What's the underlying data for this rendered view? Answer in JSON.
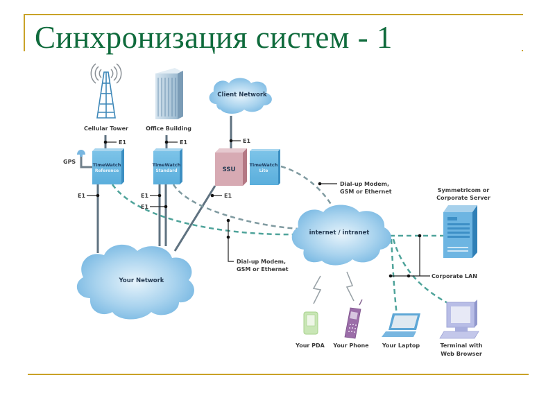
{
  "slide": {
    "title": "Синхронизация систем - 1",
    "accent_color": "#c9a227",
    "title_color": "#0f6b3c"
  },
  "diagram": {
    "nodes": {
      "cellular_tower": "Cellular Tower",
      "office_building": "Office Building",
      "client_network": "Client Network",
      "gps": "GPS",
      "tw_reference": {
        "line1": "TimeWatch",
        "line2": "Reference"
      },
      "tw_standard": {
        "line1": "TimeWatch",
        "line2": "Standard"
      },
      "ssu": "SSU",
      "tw_lite": {
        "line1": "TimeWatch",
        "line2": "Lite"
      },
      "your_network": "Your Network",
      "internet": "internet / intranet",
      "server": {
        "line1": "Symmetricom or",
        "line2": "Corporate Server"
      },
      "corporate_lan": "Corporate LAN",
      "pda": "Your PDA",
      "phone": "Your Phone",
      "laptop": "Your Laptop",
      "terminal": {
        "line1": "Terminal with",
        "line2": "Web Browser"
      }
    },
    "link_labels": {
      "e1": "E1",
      "dialup_top": {
        "line1": "Dial-up Modem,",
        "line2": "GSM or Ethernet"
      },
      "dialup_mid": {
        "line1": "Dial-up Modem,",
        "line2": "GSM or Ethernet"
      }
    }
  }
}
